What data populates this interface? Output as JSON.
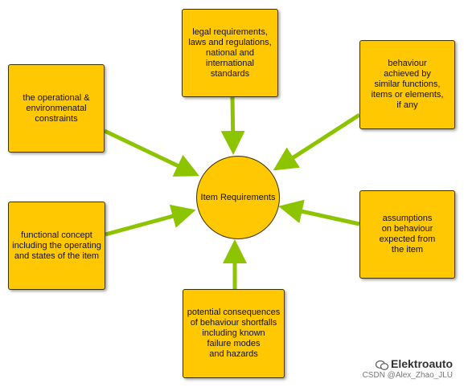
{
  "diagram": {
    "center_label": "Item Requirements",
    "boxes": {
      "top": "legal requirements,\nlaws and regulations,\nnational and\ninternational\nstandards",
      "top_left": "the operational &\nenvironmenatal\nconstraints",
      "top_right": "behaviour\nachieved by\nsimilar functions,\nitems or elements,\nif any",
      "left": "functional concept\nincluding the operating\nand states of the item",
      "right": "assumptions\non behaviour\nexpected from\nthe item",
      "bottom": "potential consequences\nof behaviour shortfalls\nincluding known\nfailure modes\nand hazards"
    },
    "colors": {
      "box_fill": "#ffc800",
      "arrow": "#8dc400",
      "border": "#3a3000"
    }
  },
  "watermark": {
    "brand": "Elektroauto",
    "credit": "CSDN @Alex_Zhao_JLU"
  }
}
